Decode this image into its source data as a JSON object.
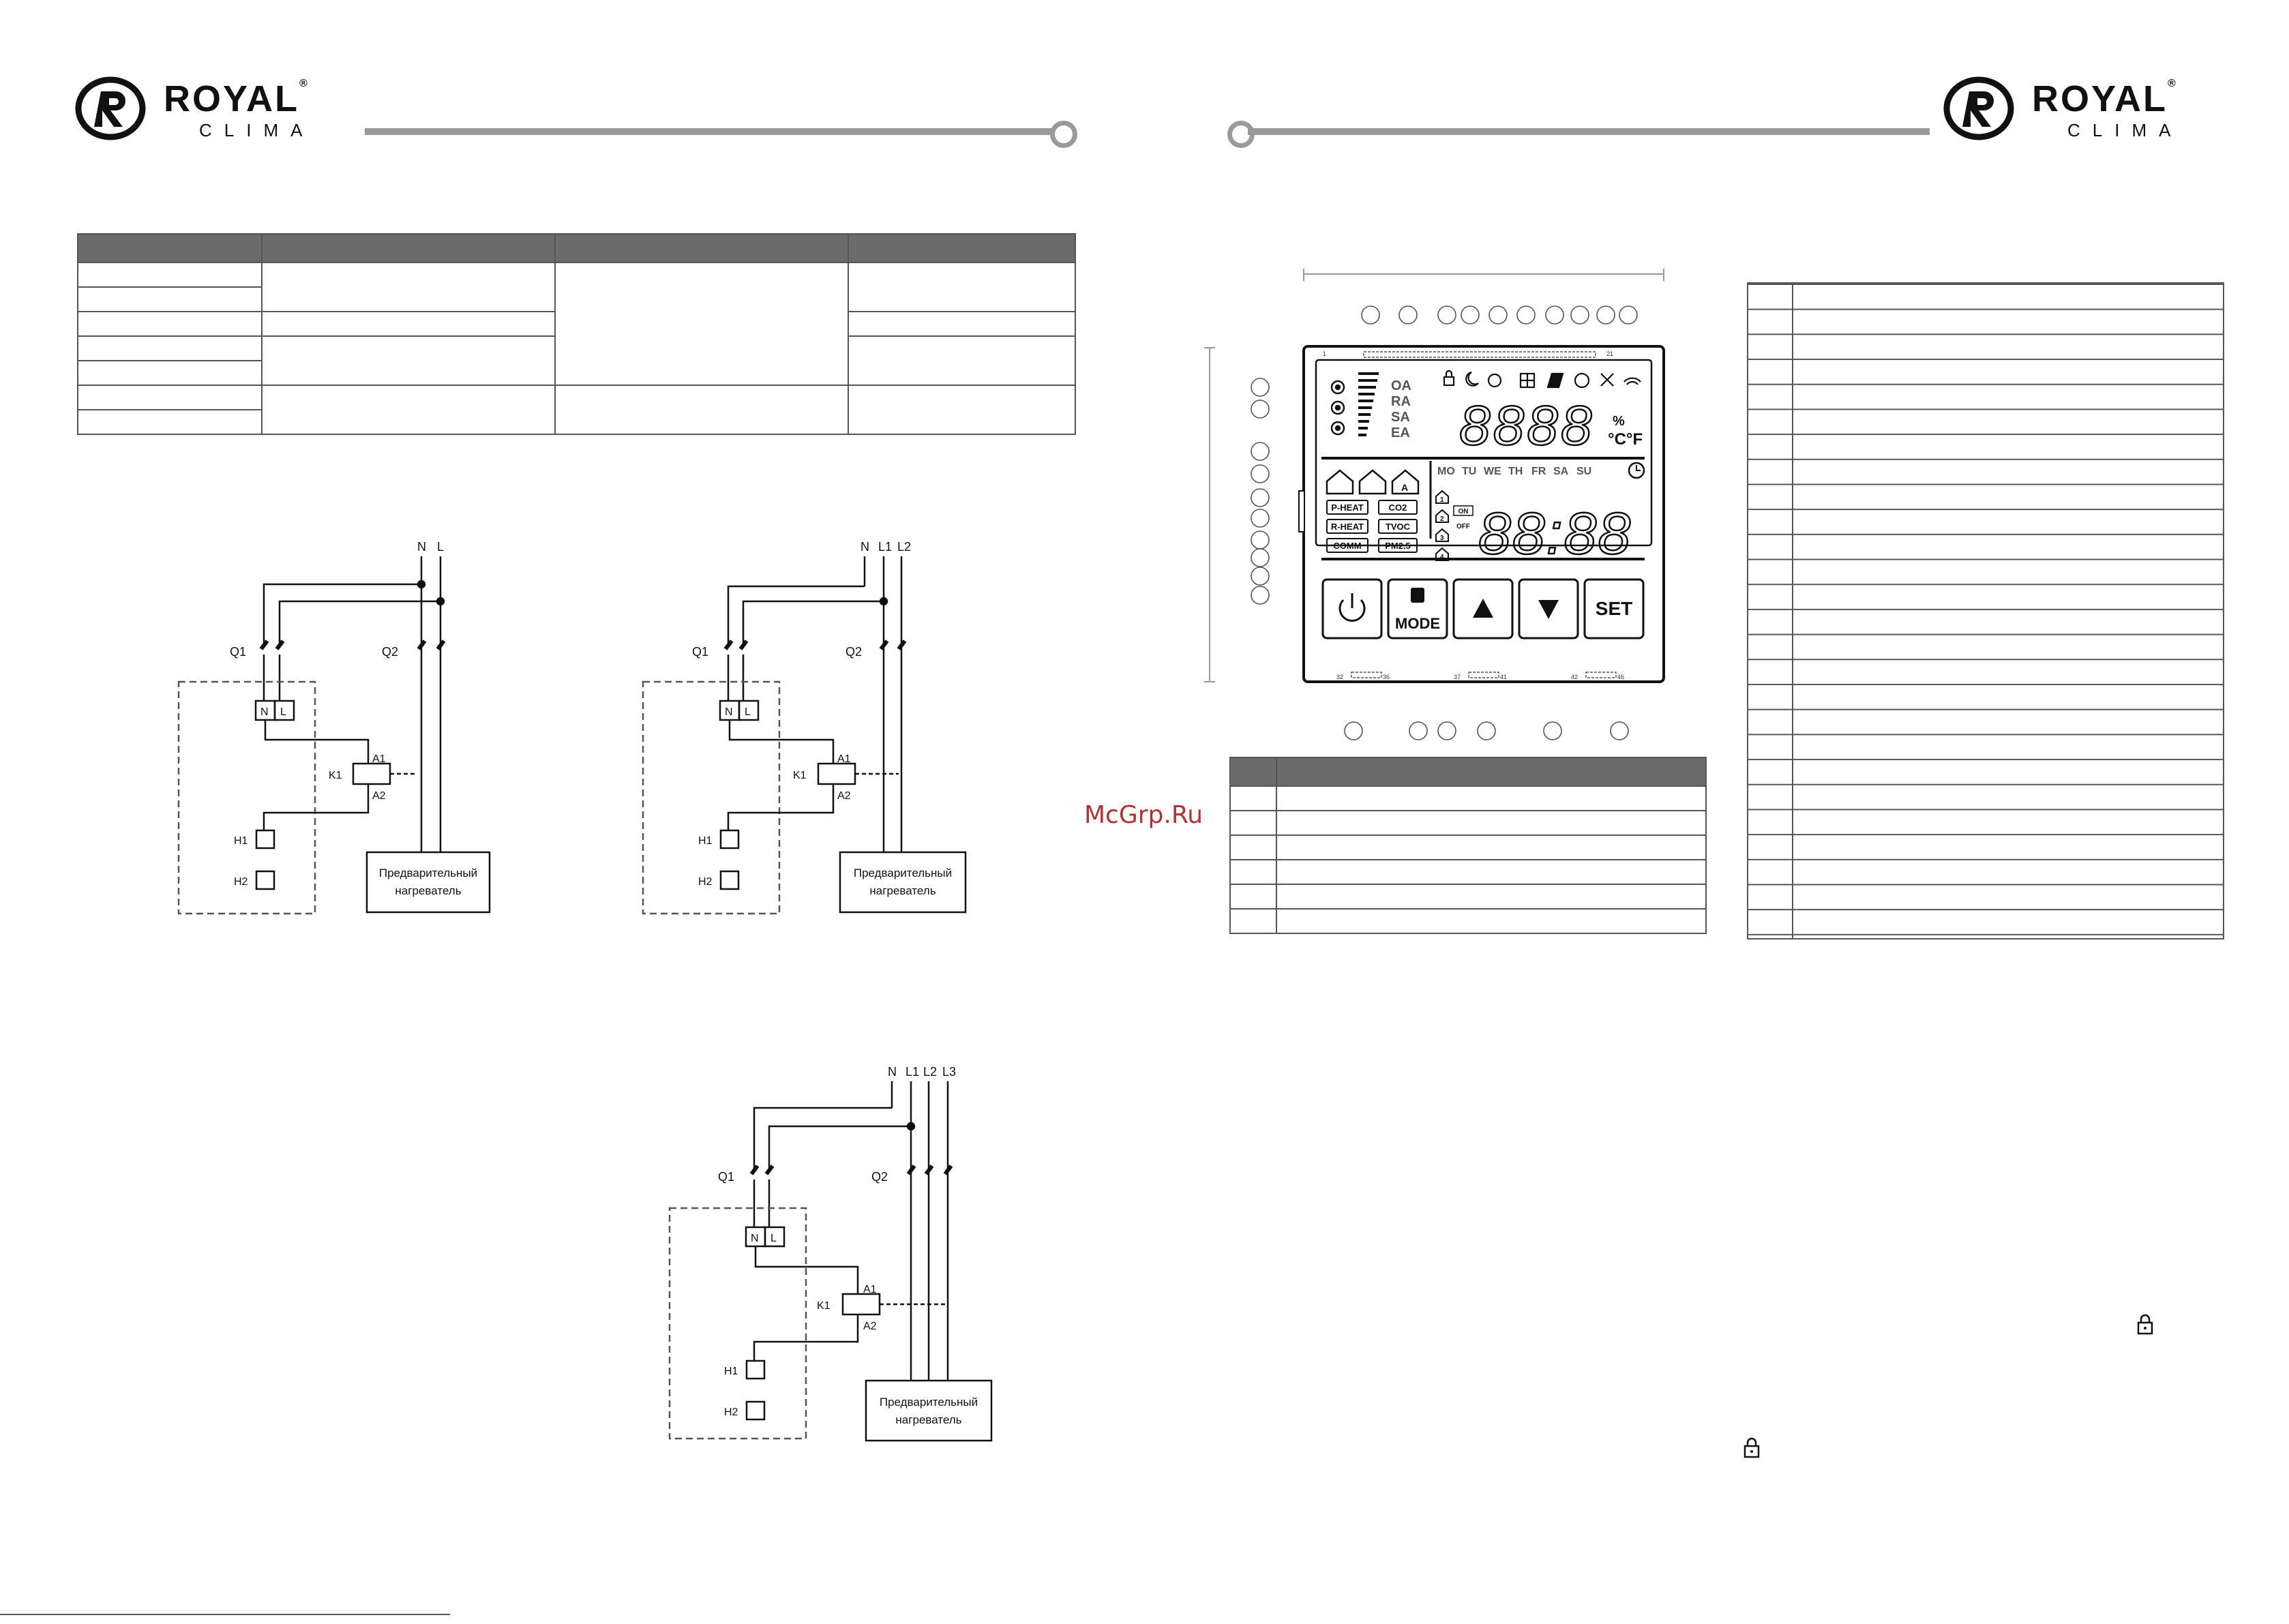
{
  "brand": {
    "name": "ROYAL",
    "sub": "CLIMA",
    "reg": "®"
  },
  "watermark": "McGrp.Ru",
  "wiring": {
    "d1": {
      "top": [
        "N",
        "L"
      ]
    },
    "d2": {
      "top": [
        "N",
        "L1",
        "L2"
      ]
    },
    "d3": {
      "top": [
        "N",
        "L1",
        "L2",
        "L3"
      ]
    },
    "labels": {
      "q1": "Q1",
      "q2": "Q2",
      "k1": "K1",
      "a1": "A1",
      "a2": "A2",
      "h1": "H1",
      "h2": "H2",
      "n": "N",
      "l": "L"
    },
    "heater": [
      "Предварительный",
      "нагреватель"
    ]
  },
  "lcd": {
    "air_labels": [
      "OA",
      "RA",
      "SA",
      "EA"
    ],
    "digits_top": "8888",
    "units": [
      "%",
      "°C°F"
    ],
    "days": [
      "MO",
      "TU",
      "WE",
      "TH",
      "FR",
      "SA",
      "SU"
    ],
    "modes_left": [
      "P-HEAT",
      "R-HEAT",
      "COMM"
    ],
    "modes_right": [
      "CO2",
      "TVOC",
      "PM2.5"
    ],
    "on": "ON",
    "off": "OFF",
    "clock_digits": "88:88",
    "home_nums": [
      "1",
      "2",
      "3",
      "4"
    ],
    "house_a": "A",
    "buttons": {
      "mode": "MODE",
      "set": "SET"
    },
    "pin_top": [
      "1",
      "21"
    ],
    "pin_bottom": [
      "32",
      "36",
      "37",
      "41",
      "42",
      "46"
    ]
  }
}
